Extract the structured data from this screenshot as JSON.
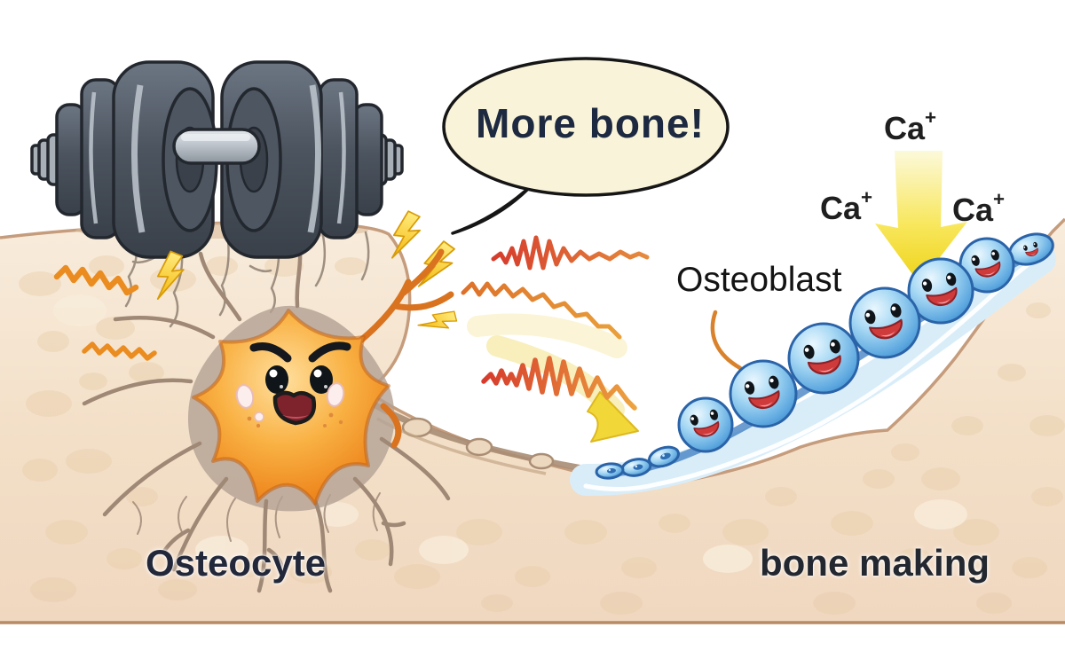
{
  "speech_bubble": {
    "text": "More bone!"
  },
  "labels": {
    "osteoblast": "Osteoblast",
    "osteocyte": "Osteocyte",
    "bone_making": "bone making"
  },
  "ca_labels": [
    {
      "base": "Ca",
      "sup": "+"
    },
    {
      "base": "Ca",
      "sup": "+"
    },
    {
      "base": "Ca",
      "sup": "+"
    }
  ],
  "colors": {
    "bone_tan": "#f3e0c8",
    "bone_edge": "#c59c7c",
    "osteoblast_blue": "#6fb9e8",
    "osteocyte_orange": "#f08c22",
    "arrow_yellow": "#f1d41f",
    "bubble_cream": "#f9f4d9",
    "signal_red": "#d63b2c",
    "dumbbell_gray": "#4a525c"
  }
}
